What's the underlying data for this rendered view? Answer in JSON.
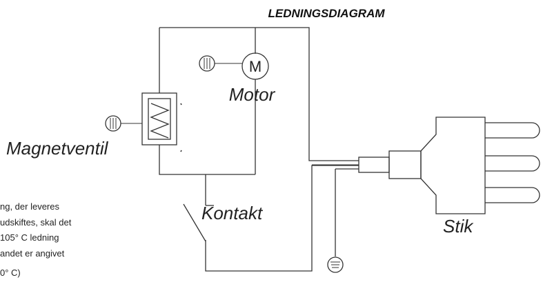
{
  "diagram": {
    "title": "LEDNINGSDIAGRAM",
    "labels": {
      "motor_symbol": "M",
      "motor": "Motor",
      "valve": "Magnetventil",
      "switch": "Kontakt",
      "plug": "Stik"
    },
    "note_lines": [
      "ng, der leveres",
      "udskiftes, skal det",
      "105° C ledning",
      "andet er angivet",
      "0° C)"
    ]
  }
}
